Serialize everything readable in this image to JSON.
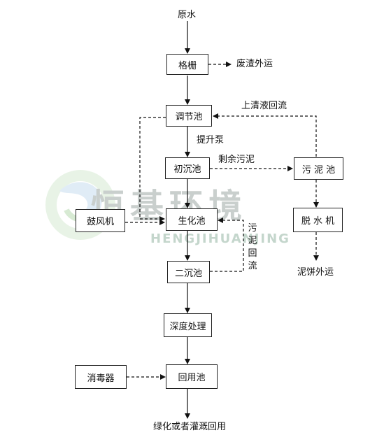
{
  "watermark": {
    "title": "恒基环境",
    "subtitle": "HENGJIHUANJING"
  },
  "nodes": {
    "source": "原水",
    "screen": "格栅",
    "screen_waste": "废渣外运",
    "equalization": "调节池",
    "pump": "提升泵",
    "primary": "初沉池",
    "excess_sludge": "剩余污泥",
    "sludge_tank": "污 泥 池",
    "supernatant": "上清液回流",
    "blower": "鼓风机",
    "biochem": "生化池",
    "dewatering": "脱 水 机",
    "sludge_return": "污泥回流",
    "cake": "泥饼外运",
    "secondary": "二沉池",
    "advanced": "深度处理",
    "disinfector": "消毒器",
    "reuse_tank": "回用池",
    "final": "绿化或者灌溉回用"
  }
}
